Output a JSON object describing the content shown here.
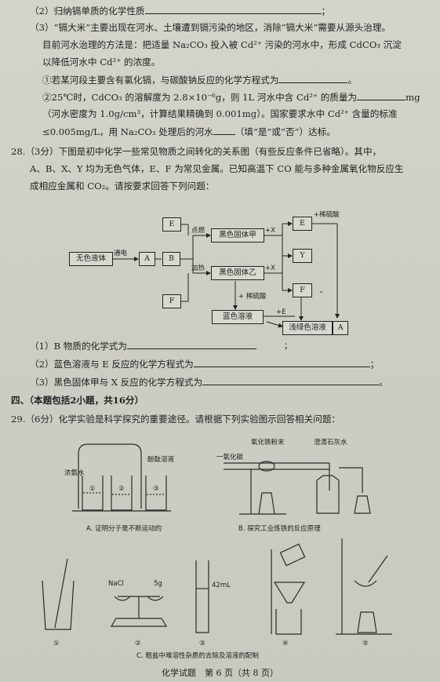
{
  "lines": {
    "l1": "（2）归纳镉单质的化学性质",
    "l1_end": "；",
    "l2": "（3）“镉大米”主要出现在河水、土壤遭到镉污染的地区，消除“镉大米”需要从源头治理。",
    "l3": "目前河水治理的方法是：把适量 Na₂CO₃ 投入被 Cd²⁺ 污染的河水中，形成 CdCO₃ 沉淀",
    "l4": "以降低河水中 Cd²⁺ 的浓度。",
    "l5": "①若某河段主要含有氯化镉，与碳酸钠反应的化学方程式为",
    "l5_end": "。",
    "l6": "②25℃时，CdCO₃ 的溶解度为 2.8×10⁻⁶g，则 1L 河水中含 Cd²⁺ 的质量为",
    "l6_end": "mg",
    "l7": "（河水密度为 1.0g/cm³，计算结果精确到 0.001mg）。国家要求水中 Cd²⁺ 含量的标准",
    "l8a": "≤0.005mg/L，用 Na₂CO₃ 处理后的河水",
    "l8b": "（填“是”或“否”）达标。",
    "q28a": "28.（3分）下图是初中化学一些常见物质之间转化的关系图（有些反应条件已省略）。其中，",
    "q28b": "A、B、X、Y 均为无色气体，E、F 为常见金属。已知高温下 CO 能与多种金属氧化物反应生",
    "q28c": "成相应金属和 CO₂。请按要求回答下列问题：",
    "s1": "（1）B 物质的化学式为",
    "s1_end": "；",
    "s2": "（2）蓝色溶液与 E 反应的化学方程式为",
    "s2_end": "；",
    "s3": "（3）黑色固体甲与 X 反应的化学方程式为",
    "s3_end": "。",
    "sec4": "四、（本题包括2小题，共16分）",
    "q29": "29.（6分）化学实验是科学探究的重要途径。请根据下列实验图示回答相关问题："
  },
  "flowchart": {
    "wuse": "无色液体",
    "tongdian": "通电",
    "A": "A",
    "B": "B",
    "E": "E",
    "F": "F",
    "Y": "Y",
    "A2": "A",
    "dianran": "点燃",
    "jiare": "加热",
    "heijia": "黑色固体甲",
    "heiyi": "黑色固体乙",
    "plusX1": "+X",
    "plusX2": "+X",
    "xiliu1": "+稀硫酸",
    "xiliu2": "+ 稀硫酸",
    "lanse": "蓝色溶液",
    "plusE": "+E",
    "qianlv": "浅绿色溶液",
    "semi": "；",
    "dot": "。"
  },
  "figures": {
    "a_label_nongan": "浓氨水",
    "a_label_fentai": "酚酞溶液",
    "a_ring1": "①",
    "a_ring2": "②",
    "a_ring3": "③",
    "a_caption": "A. 证明分子是不断运动的",
    "b_label_co": "一氧化碳",
    "b_label_fe2o3": "氧化铁粉末",
    "b_label_lime": "澄清石灰水",
    "b_caption": "B. 探究工业炼铁的反应原理",
    "nacl": "NaCl",
    "w5g": "5g",
    "ml42": "42mL",
    "c1": "①",
    "c2": "②",
    "c3": "③",
    "c4": "④",
    "c5": "⑤",
    "c_caption": "C. 粗盐中难溶性杂质的去除及溶液的配制"
  },
  "footer": "化学试题　第 6 页（共 8 页）"
}
